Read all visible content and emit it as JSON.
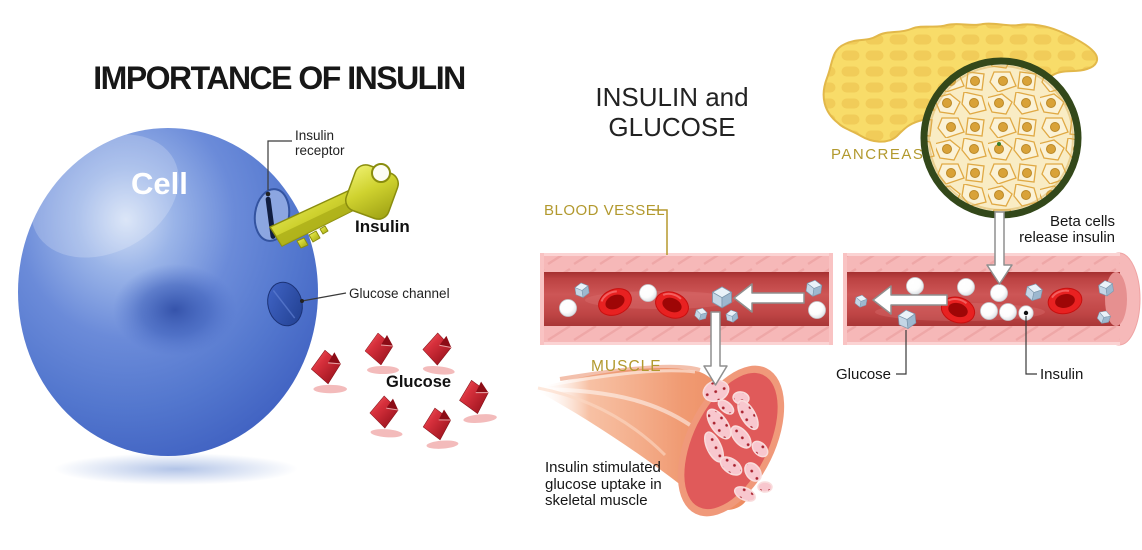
{
  "left_panel": {
    "title": "IMPORTANCE OF INSULIN",
    "cell_label": "Cell",
    "receptor_label": "Insulin receptor",
    "key_label": "Insulin",
    "channel_label": "Glucose channel",
    "glucose_label": "Glucose"
  },
  "right_panel": {
    "title_lines": [
      "INSULIN and",
      "GLUCOSE"
    ],
    "pancreas_label": "PANCREAS",
    "vessel_label": "BLOOD VESSEL",
    "beta_label_lines": [
      "Beta cells",
      "release insulin"
    ],
    "muscle_label": "MUSCLE",
    "glucose_label": "Glucose",
    "insulin_label": "Insulin",
    "caption_lines": [
      "Insulin stimulated",
      "glucose uptake in",
      "skeletal muscle"
    ]
  },
  "colors": {
    "cell_blue": "#5B7FD3",
    "key_yellow": "#CFD22F",
    "glucose_red": "#C41E2E",
    "vessel_wall_pink": "#F6B8B8",
    "vessel_blood_red": "#C64D4D",
    "pancreas_yellow": "#F8DC69",
    "beta_ring_green": "#33481A",
    "muscle_salmon": "#EF9A72",
    "label_gold": "#B2992E",
    "text_black": "#1F1F1F"
  }
}
